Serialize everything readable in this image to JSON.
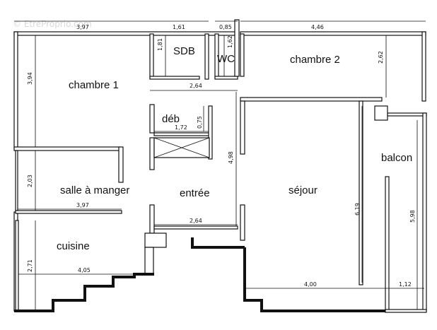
{
  "watermark": "© EtreProprio.com",
  "rooms": {
    "chambre1": "chambre 1",
    "sdb": "SDB",
    "wc": "WC",
    "chambre2": "chambre 2",
    "deb": "déb",
    "salle": "salle à manger",
    "entree": "entrée",
    "sejour": "séjour",
    "balcon": "balcon",
    "cuisine": "cuisine"
  },
  "dims": {
    "top_ch1": "3,97",
    "top_sdb": "1,61",
    "top_wc": "0,85",
    "top_ch2": "4,46",
    "sdb_v": "1,81",
    "wc_v": "1,62",
    "ch2_v": "2,62",
    "ch1_v": "3,94",
    "corr_h": "2,64",
    "deb_h": "1,72",
    "deb_v": "0,75",
    "entree_v": "4,98",
    "salle_v": "2,03",
    "salle_h": "3,97",
    "entree_h": "2,64",
    "sejour_v": "6,19",
    "balcon_v": "5,98",
    "cuisine_v": "2,71",
    "cuisine_h": "4,05",
    "sejour_h": "4,00",
    "balcon_h": "1,12"
  }
}
